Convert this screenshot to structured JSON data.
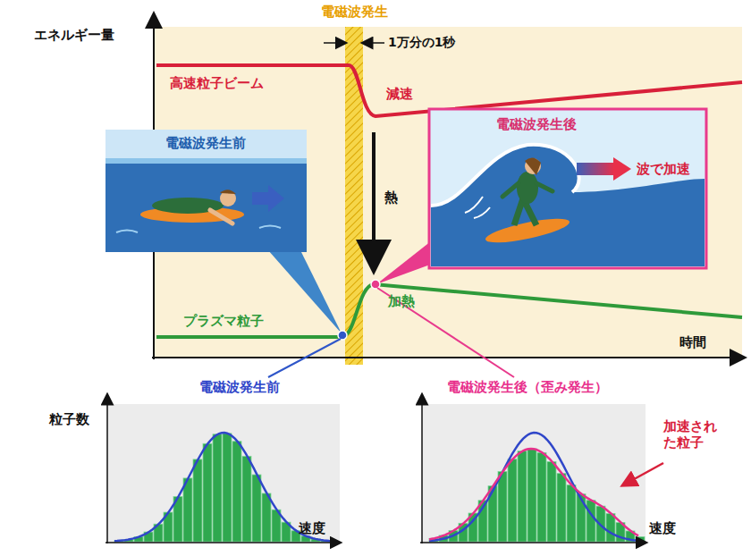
{
  "diagram": {
    "nodes": [
      {
        "text": [
          "電磁波発生前"
        ]
      },
      {
        "text": [
          "電磁波発生後",
          "波で加速"
        ]
      },
      {
        "text": [
          "電磁波発生前"
        ]
      },
      {
        "text": [
          "電磁波発生後（歪み発生）"
        ]
      }
    ],
    "labels": [
      "エネルギー量",
      "時間",
      "電磁波発生",
      "1万分の1秒",
      "高速粒子ビーム",
      "減速",
      "熱",
      "プラズマ粒子",
      "加熱",
      "粒子数",
      "速度",
      "速度",
      "加速された粒子"
    ]
  }
}
